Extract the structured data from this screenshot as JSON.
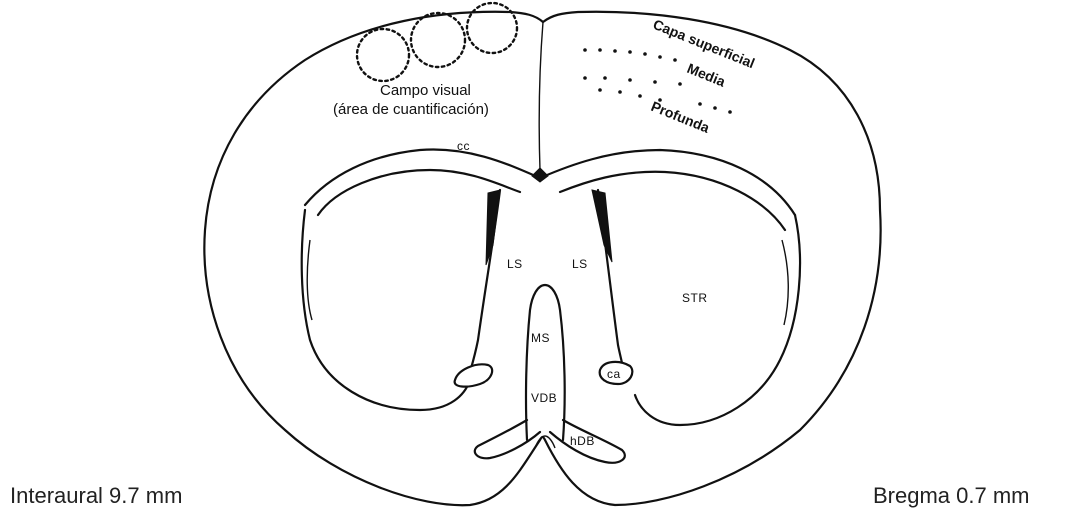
{
  "figure": {
    "caption_left": "Interaural 9.7 mm",
    "caption_right": "Bregma 0.7 mm",
    "field_label_line1": "Campo visual",
    "field_label_line2": "(área de cuantificación)",
    "layers": {
      "superficial": "Capa superficial",
      "medial": "Media",
      "deep": "Profunda"
    },
    "regions": {
      "cc": "cc",
      "ls_left": "LS",
      "ls_right": "LS",
      "str": "STR",
      "ms": "MS",
      "vdb": "VDB",
      "hdb": "hDB",
      "ca": "ca"
    }
  }
}
